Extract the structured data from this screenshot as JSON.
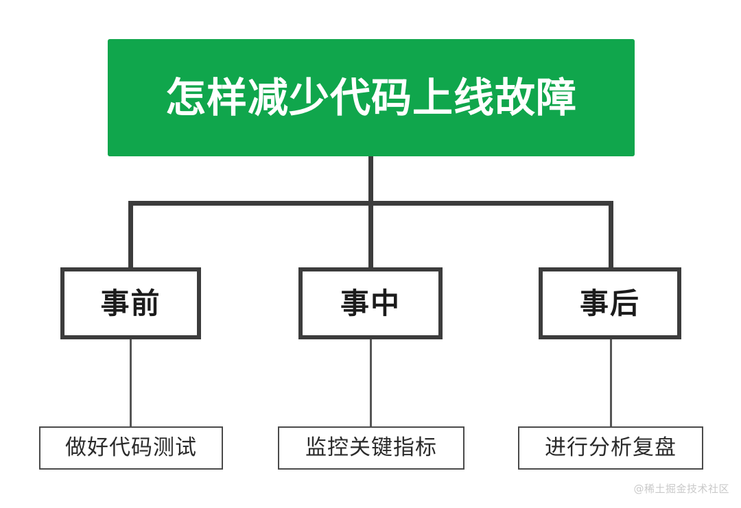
{
  "diagram": {
    "type": "hierarchy-tree",
    "background_color": "#ffffff",
    "root": {
      "label": "怎样减少代码上线故障",
      "fill_color": "#10A64C",
      "text_color": "#ffffff"
    },
    "branches": [
      {
        "label": "事前",
        "border_color": "#3C3C3C",
        "child": {
          "label": "做好代码测试"
        }
      },
      {
        "label": "事中",
        "border_color": "#3C3C3C",
        "child": {
          "label": "监控关键指标"
        }
      },
      {
        "label": "事后",
        "border_color": "#3C3C3C",
        "child": {
          "label": "进行分析复盘"
        }
      }
    ],
    "connector_color": "#3C3C3C"
  },
  "watermark": {
    "text": "@稀土掘金技术社区",
    "color": "#c9c9c9"
  }
}
